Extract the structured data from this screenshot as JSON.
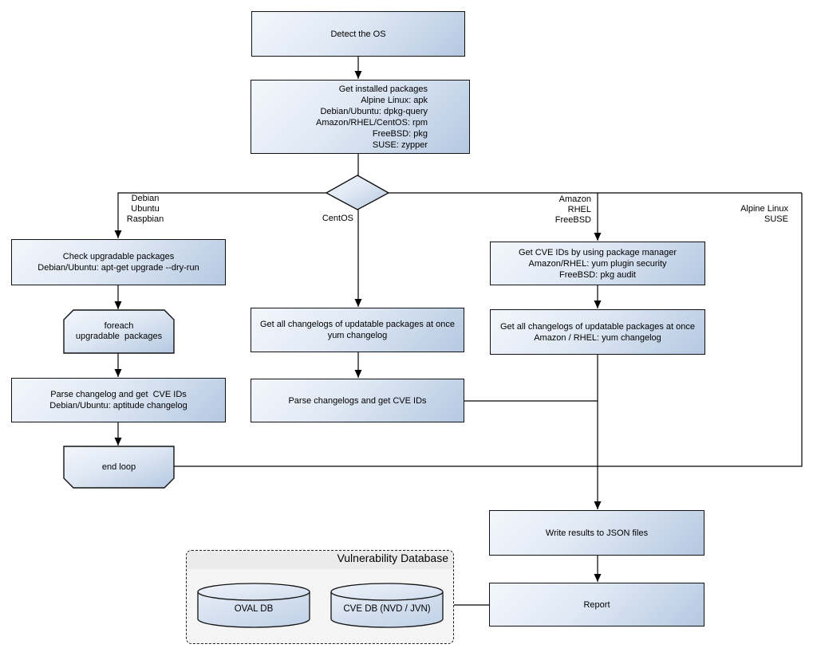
{
  "nodes": {
    "detect_os": {
      "label": "Detect the OS"
    },
    "get_installed_packages": {
      "label": "Get installed packages\nAlpine Linux: apk\nDebian/Ubuntu: dpkg-query\nAmazon/RHEL/CentOS: rpm\nFreeBSD: pkg\nSUSE: zypper"
    },
    "check_upgradable": {
      "label": "Check upgradable packages\nDebian/Ubuntu: apt-get upgrade --dry-run"
    },
    "foreach_loop": {
      "label": "foreach\nupgradable  packages"
    },
    "parse_changelog_debian": {
      "label": "Parse changelog and get  CVE IDs\nDebian/Ubuntu: aptitude changelog"
    },
    "end_loop": {
      "label": "end loop"
    },
    "get_changelogs_centos": {
      "label": "Get all changelogs of updatable packages at once\nyum changelog"
    },
    "parse_changelogs_centos": {
      "label": "Parse changelogs and get CVE IDs"
    },
    "get_cve_ids_pkg_manager": {
      "label": "Get CVE IDs by using package manager\nAmazon/RHEL: yum plugin security\nFreeBSD: pkg audit"
    },
    "get_changelogs_amazon": {
      "label": "Get all changelogs of updatable packages at once\nAmazon / RHEL: yum changelog"
    },
    "write_results": {
      "label": "Write results to JSON files"
    },
    "report": {
      "label": "Report"
    }
  },
  "branch_labels": {
    "debian_branch": "Debian\nUbuntu\nRaspbian",
    "centos_branch": "CentOS",
    "amazon_branch": "Amazon\nRHEL\nFreeBSD",
    "alpine_branch": "Alpine Linux\nSUSE"
  },
  "database": {
    "title": "Vulnerability Database",
    "oval_db": "OVAL DB",
    "cve_db": "CVE DB (NVD / JVN)"
  },
  "colors": {
    "background": "#ffffff",
    "node_gradient_start": "#f3f7fc",
    "node_gradient_end": "#b5c8e1",
    "node_border": "#121212",
    "connector": "#000000",
    "db_container_fill": "#f5f5f5",
    "db_container_header": "#ebebeb",
    "cylinder_top_start": "#f0f4fa",
    "cylinder_top_end": "#cfdced",
    "cylinder_body_start": "#e6edf6",
    "cylinder_body_end": "#bfd0e7"
  }
}
